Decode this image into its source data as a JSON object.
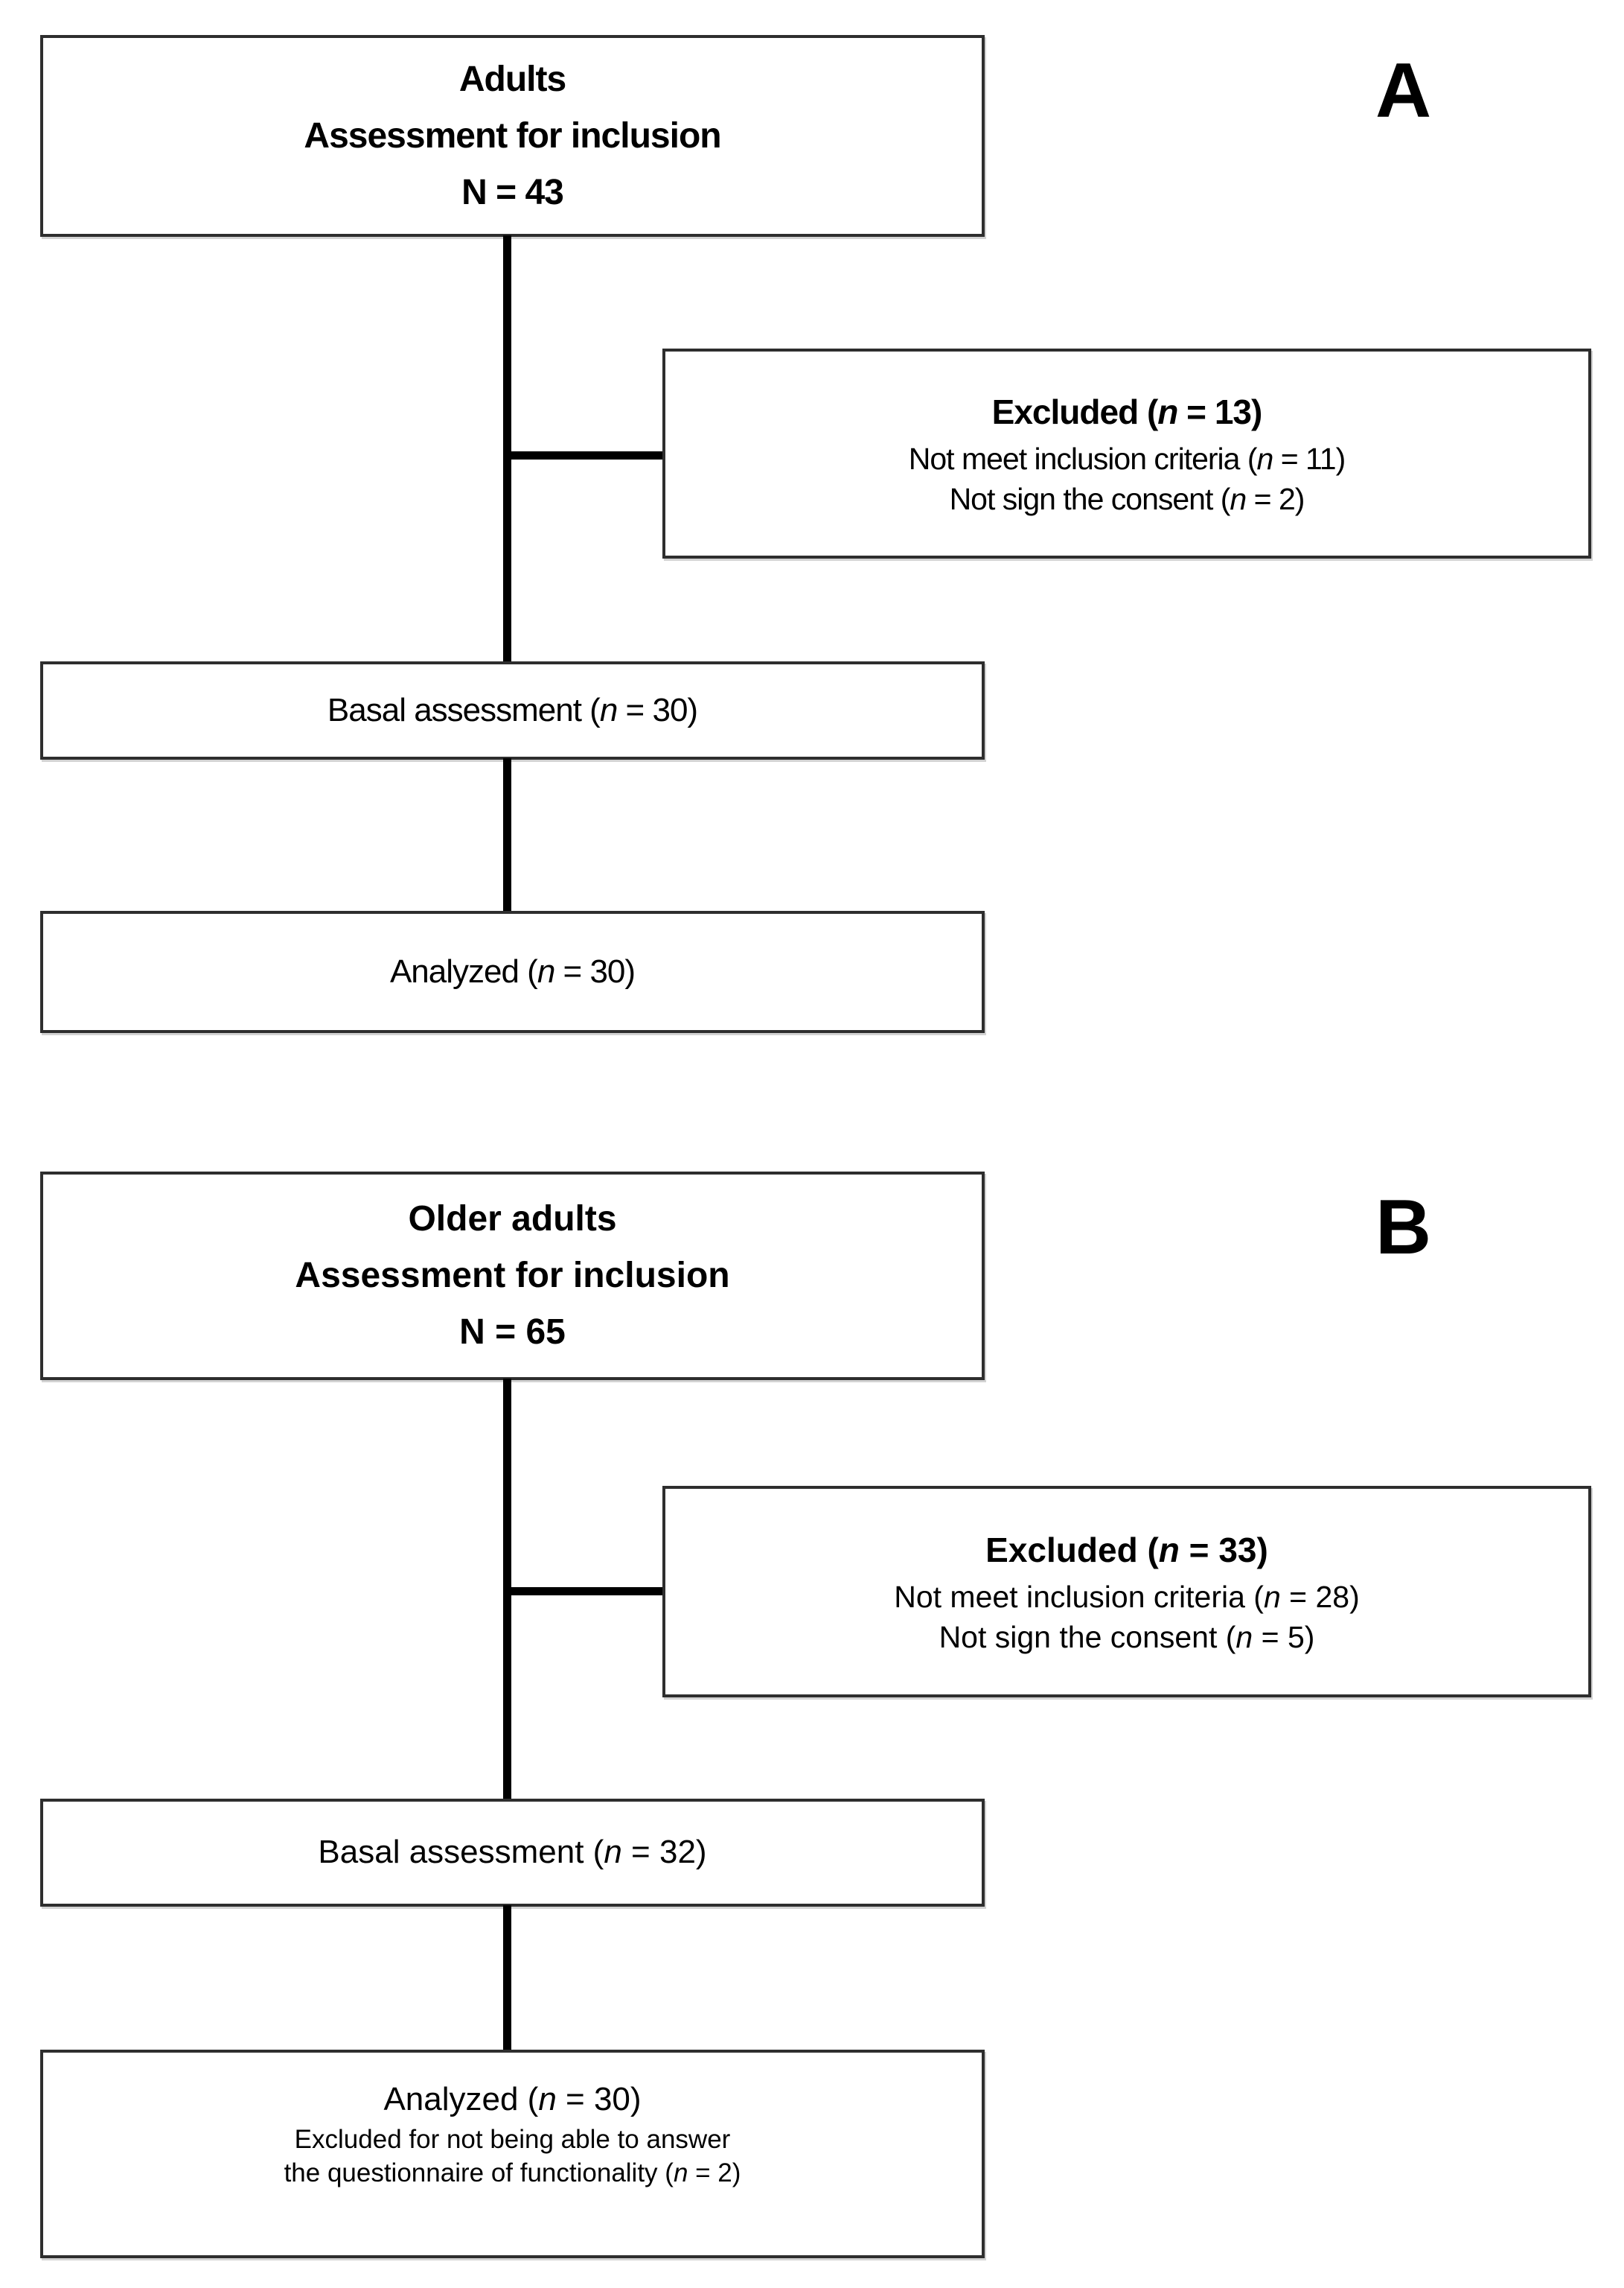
{
  "figure_type": "study-flow-diagram",
  "colors": {
    "background": "#ffffff",
    "box_border": "#2e2e2e",
    "connector": "#000000",
    "text": "#000000"
  },
  "panels": [
    {
      "label": "A",
      "top_box": {
        "lines": [
          "Adults",
          "Assessment for inclusion",
          "N = 43"
        ]
      },
      "excluded_box": {
        "title": {
          "pre": "Excluded (",
          "it": "n",
          "post": " = 13)"
        },
        "items": [
          {
            "pre": "Not meet inclusion criteria (",
            "it": "n",
            "post": " = 11)"
          },
          {
            "pre": "Not sign the consent (",
            "it": "n",
            "post": " = 2)"
          }
        ]
      },
      "basal_box": {
        "pre": "Basal assessment (",
        "it": "n",
        "post": " = 30)"
      },
      "analyzed_box": {
        "pre": "Analyzed (",
        "it": "n",
        "post": " = 30)"
      }
    },
    {
      "label": "B",
      "top_box": {
        "lines": [
          "Older adults",
          "Assessment for inclusion",
          "N = 65"
        ]
      },
      "excluded_box": {
        "title": {
          "pre": "Excluded (",
          "it": "n",
          "post": " = 33)"
        },
        "items": [
          {
            "pre": "Not meet inclusion criteria (",
            "it": "n",
            "post": " = 28)"
          },
          {
            "pre": "Not sign the consent (",
            "it": "n",
            "post": " = 5)"
          }
        ]
      },
      "basal_box": {
        "pre": "Basal assessment (",
        "it": "n",
        "post": " = 32)"
      },
      "analyzed_box": {
        "pre": "Analyzed (",
        "it": "n",
        "post": " = 30)"
      },
      "analyzed_note": {
        "line1": "Excluded for not being able to answer",
        "line2": {
          "pre": "the questionnaire of functionality (",
          "it": "n",
          "post": " = 2)"
        }
      }
    }
  ]
}
